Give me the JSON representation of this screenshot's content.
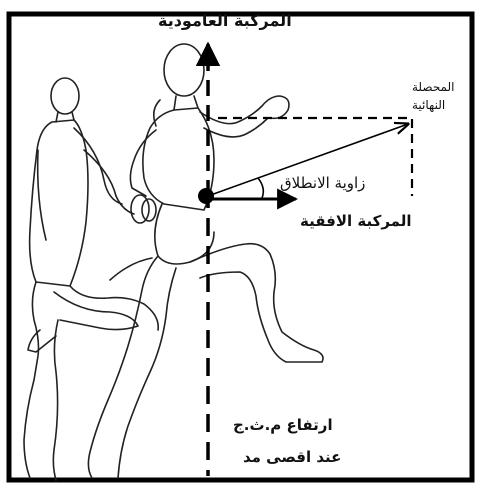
{
  "labels": {
    "vertical_component": "المركبة العامودية",
    "resultant_line1": "المحصلة",
    "resultant_line2": "النهائية",
    "launch_angle": "زاوية الانطلاق",
    "horizontal_component": "المركبة الافقية",
    "com_height_line1": "ارتفاع م.ث.ج",
    "com_height_line2": "عند اقصى مد"
  },
  "colors": {
    "ink": "#111111",
    "frame": "#000000",
    "background": "#ffffff"
  }
}
